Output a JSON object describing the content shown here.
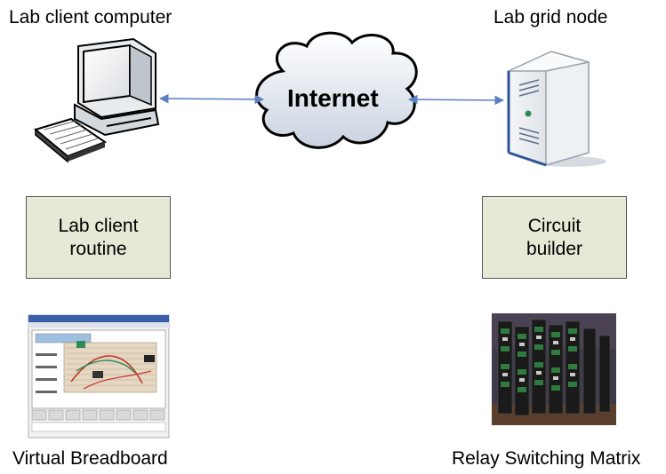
{
  "nodes": {
    "client": {
      "title": "Lab client computer",
      "icon": "desktop-computer-icon"
    },
    "server": {
      "title": "Lab grid node",
      "icon": "server-tower-icon"
    },
    "cloud": {
      "label": "Internet",
      "icon": "cloud-icon"
    }
  },
  "boxes": {
    "client_routine": {
      "line1": "Lab client",
      "line2": "routine"
    },
    "circuit_builder": {
      "line1": "Circuit",
      "line2": "builder"
    }
  },
  "captions": {
    "breadboard": "Virtual Breadboard",
    "relay": "Relay Switching Matrix"
  },
  "colors": {
    "box_fill": "#e6e9d6",
    "connector": "#5b7fbf",
    "cloud_fill": "#dfe6ef"
  }
}
